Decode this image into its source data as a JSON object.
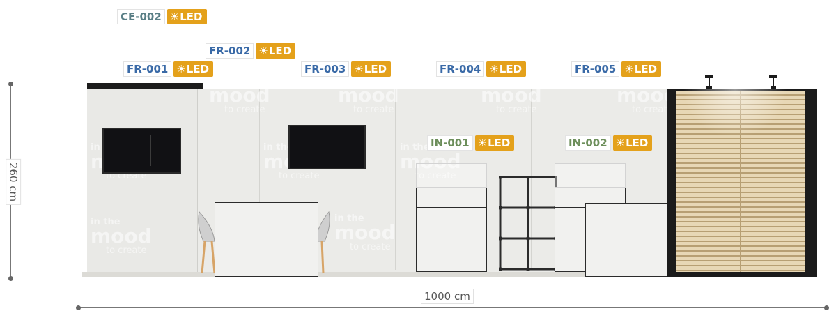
{
  "labels": [
    {
      "id": "CE-002",
      "led": "LED",
      "color": "#5a7f86"
    },
    {
      "id": "FR-002",
      "led": "LED",
      "color": "#3a6aa7"
    },
    {
      "id": "FR-001",
      "led": "LED",
      "color": "#3a6aa7"
    },
    {
      "id": "FR-003",
      "led": "LED",
      "color": "#3a6aa7"
    },
    {
      "id": "FR-004",
      "led": "LED",
      "color": "#3a6aa7"
    },
    {
      "id": "FR-005",
      "led": "LED",
      "color": "#3a6aa7"
    },
    {
      "id": "IN-001",
      "led": "LED",
      "color": "#6c8e5a"
    },
    {
      "id": "IN-002",
      "led": "LED",
      "color": "#6c8e5a"
    }
  ],
  "dimensions": {
    "height": "260 cm",
    "width": "1000 cm"
  },
  "watermark": {
    "line1": "in the",
    "line2": "mood",
    "line3": "to create"
  },
  "colors": {
    "led_badge": "#e4a11b",
    "wall": "#ebebe8",
    "slat_wood": "#e2d2b0"
  },
  "icons": {
    "led": "sun-icon"
  }
}
